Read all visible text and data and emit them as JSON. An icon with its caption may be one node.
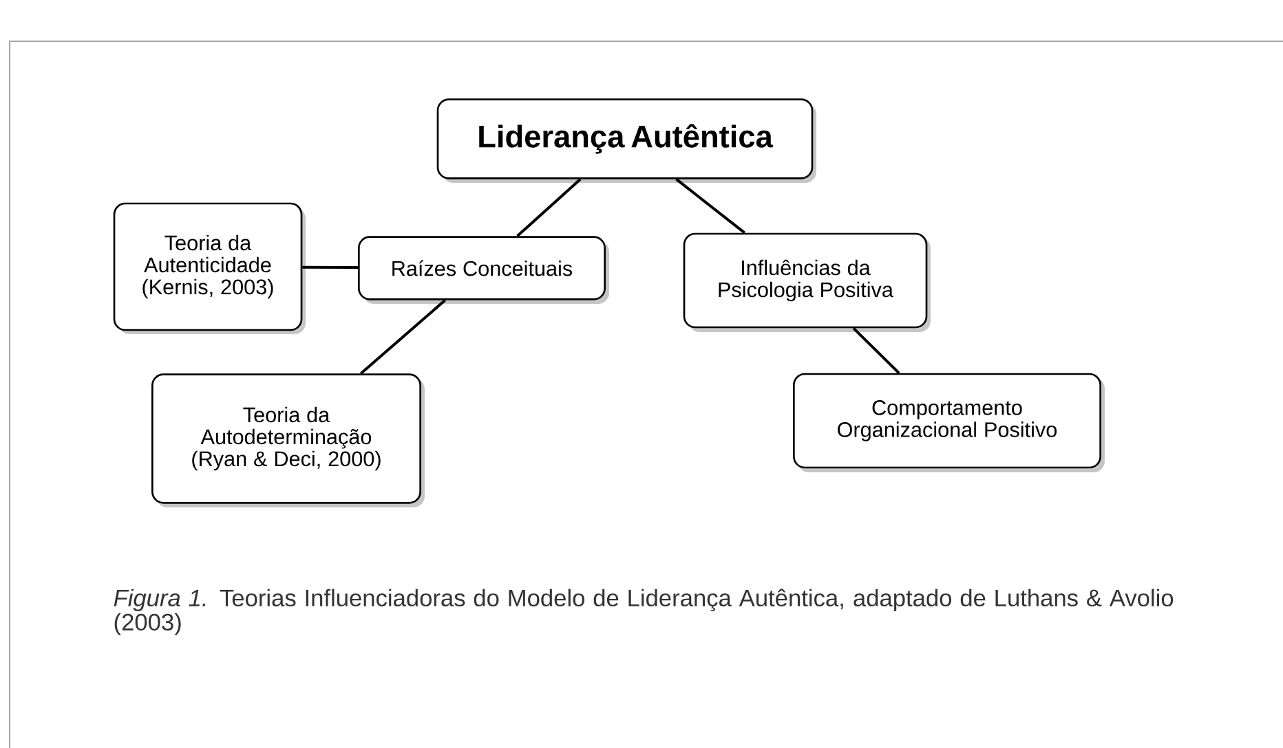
{
  "diagram": {
    "caption": "*Figura 1.* Teorias Influenciadoras do Modelo de Liderança Autêntica, adaptado de Luthans & Avolio (2003)",
    "nodes": [
      {
        "text": [
          "Liderança Autêntica"
        ]
      },
      {
        "text": [
          "Teoria da Autenticidade (Kernis, 2003)"
        ]
      },
      {
        "text": [
          "Raízes Conceituais"
        ]
      },
      {
        "text": [
          "Influências da Psicologia Positiva"
        ]
      },
      {
        "text": [
          "Teoria da Autodeterminação (Ryan & Deci, 2000)"
        ]
      },
      {
        "text": [
          "Comportamento Organizacional Positivo"
        ]
      }
    ],
    "edges": [
      {
        "from": 0,
        "to": 2,
        "arrow": "none"
      },
      {
        "from": 0,
        "to": 3,
        "arrow": "none"
      },
      {
        "from": 2,
        "to": 1,
        "arrow": "none"
      },
      {
        "from": 2,
        "to": 4,
        "arrow": "none"
      },
      {
        "from": 3,
        "to": 5,
        "arrow": "none"
      }
    ]
  }
}
